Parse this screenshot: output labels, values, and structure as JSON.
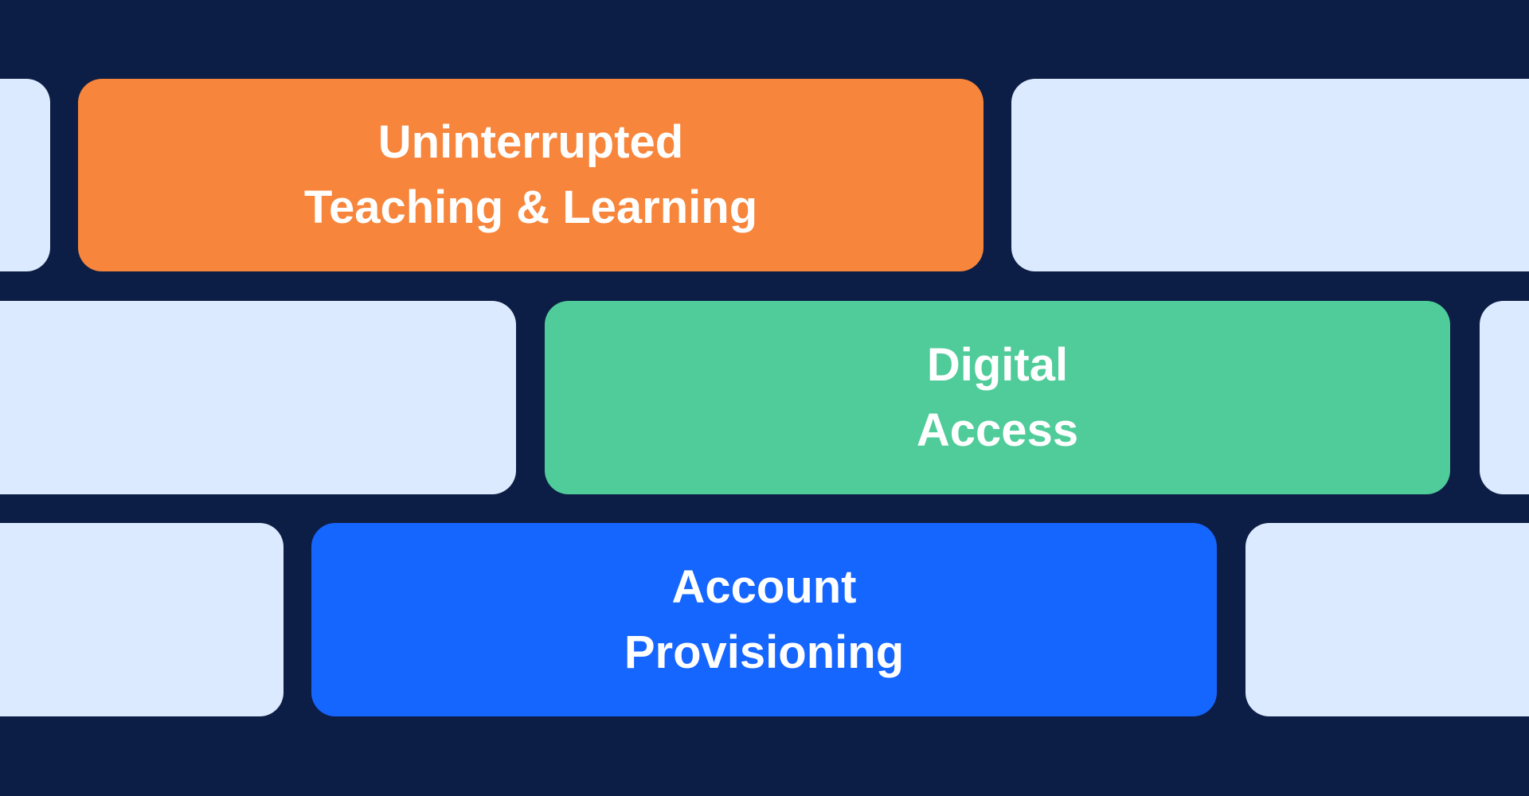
{
  "colors": {
    "background": "#0c1e45",
    "placeholder": "#dbeafe",
    "orange": "#f7853b",
    "green": "#4fcc99",
    "blue": "#1565ff",
    "text": "#ffffff"
  },
  "blocks": {
    "teaching_learning": {
      "line1": "Uninterrupted",
      "line2": "Teaching & Learning"
    },
    "digital_access": {
      "line1": "Digital",
      "line2": "Access"
    },
    "account_provisioning": {
      "line1": "Account",
      "line2": "Provisioning"
    }
  }
}
